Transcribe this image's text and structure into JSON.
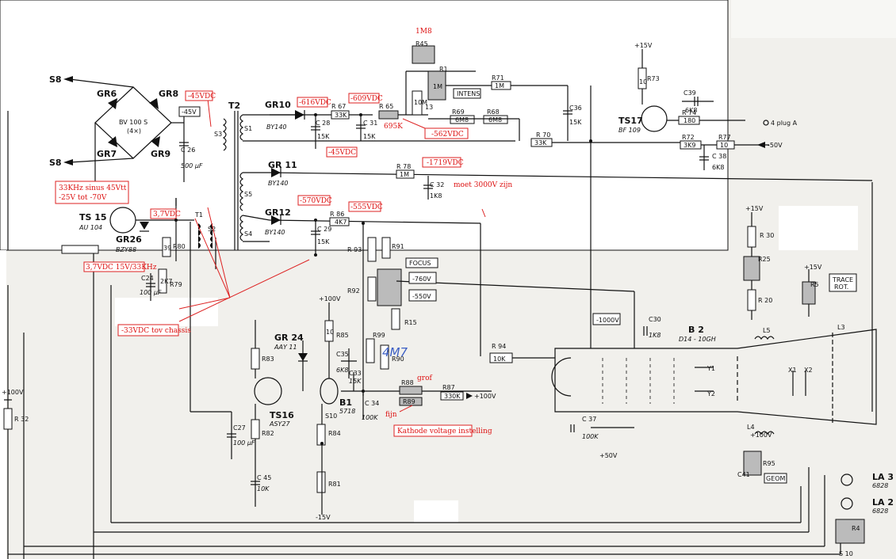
{
  "components": {
    "gr6": "GR6",
    "gr8": "GR8",
    "gr7": "GR7",
    "gr9": "GR9",
    "bridge_type": "BV 100 S",
    "bridge_qty": "(4×)",
    "s8a": "S8",
    "s8b": "S8",
    "c26": "C 26",
    "c26_val": "500 μF",
    "v45": "-45V",
    "t2": "T2",
    "s1": "S1",
    "s3": "S3",
    "s5": "S5",
    "s4": "S4",
    "gr10": "GR10",
    "gr10_type": "BY140",
    "gr11": "GR 11",
    "gr11_type": "BY140",
    "gr12": "GR12",
    "gr12_type": "BY140",
    "r67": "R 67",
    "r67_val": "33K",
    "c28": "C 28",
    "c28_val": "15K",
    "c31": "C 31",
    "c31_val": "15K",
    "r65": "R 65",
    "r45": "R45",
    "r1": "R1",
    "r1_val": "1M",
    "r13": "13",
    "r71": "R71",
    "r71_val": "1M",
    "intens": "INTENS",
    "r69": "R69",
    "r69_val": "6M8",
    "r68": "R68",
    "r68_val": "6M8",
    "r10m": "10M",
    "c36": "C36",
    "c36_val": "15K",
    "r70": "R 70",
    "r70_val": "33K",
    "r73": "R73",
    "r73_val": "10",
    "p15v": "+15V",
    "c39": "C39",
    "c39_val": "6K8",
    "ts17": "TS17",
    "ts17_type": "BF 109",
    "r74": "R 74",
    "r74_val": "180",
    "plug": "4 plug A",
    "r72": "R72",
    "r72_val": "3K9",
    "r77": "R77",
    "r77_val": "10",
    "m50": "-50V",
    "c38": "C 38",
    "c38_val": "6K8",
    "r78": "R 78",
    "r78_val": "1M",
    "c32": "C 32",
    "c32_val": "1K8",
    "ts15": "TS 15",
    "ts15_type": "AU 104",
    "gr26": "GR26",
    "gr26_type": "BZY88",
    "t1": "T1",
    "s2": "S2",
    "r80": "R80",
    "r80_val": "39",
    "c24": "C24",
    "c24_val": "100 μF",
    "r79": "R79",
    "r79_val": "2K7",
    "r86": "R 86",
    "r86_val": "4K7",
    "c29": "C 29",
    "c29_val": "15K",
    "r93": "R 93",
    "r91": "R91",
    "focus": "FOCUS",
    "v760": "-760V",
    "v550": "-550V",
    "r92": "R92",
    "r15": "R15",
    "r99": "R99",
    "r90": "R90",
    "b1": "B1",
    "b1_type": "5718",
    "p100v": "+100V",
    "r85": "R85",
    "r85_val": "10",
    "c35": "C35",
    "c35_val": "6K8",
    "c33": "C33",
    "c33_val": "15K",
    "c34": "C 34",
    "c34_val": "100K",
    "r88": "R88",
    "r89": "R89",
    "r87": "R87",
    "r87_val": "330K",
    "s10": "S10",
    "r84": "R84",
    "r81": "R81",
    "m15v": "-15V",
    "ts16": "TS16",
    "ts16_type": "ASY27",
    "gr24": "GR 24",
    "gr24_type": "AAY 11",
    "r83": "R83",
    "r82": "R82",
    "c27": "C27",
    "c27_val": "100 μF",
    "c45": "C 45",
    "c45_val": "10K",
    "r32": "R 32",
    "r94": "R 94",
    "r94_val": "10K",
    "v1000": "-1000V",
    "c30": "C30",
    "c30_val": "1K8",
    "b2": "B 2",
    "b2_type": "D14 - 10GH",
    "y1": "Y1",
    "y2": "Y2",
    "x1": "X1",
    "x2": "X2",
    "c37": "C 37",
    "c37_val": "100K",
    "p50v": "+50V",
    "r30": "R 30",
    "r25": "R25",
    "r20": "R 20",
    "r5": "R5",
    "trace": "TRACE",
    "rot": "ROT.",
    "l5": "L5",
    "l3": "L3",
    "l4": "L4",
    "r95": "R95",
    "c41": "C41",
    "geom": "GEOM",
    "la3": "LA 3",
    "la2": "LA 2",
    "la_type": "6828",
    "r4": "R4",
    "s10b": "S 10"
  },
  "annotations": {
    "a_1m8": "1M8",
    "a_45vdc": "-45VDC",
    "a_616": "-616VDC",
    "a_609": "-609VDC",
    "a_695k": "695K",
    "a_562": "-562VDC",
    "a_45vdc2": "-45VDC",
    "a_1719": "-1719VDC",
    "a_3000": "moet 3000V zijn",
    "a_33khz_1": "33KHz sinus 45Vtt",
    "a_33khz_2": "-25V tot -70V",
    "a_37vdc": "3,7VDC",
    "a_37_15": "3,7VDC  15V/33KHz",
    "a_570": "-570VDC",
    "a_555": "-555VDC",
    "a_33chassis": "-33VDC tov chassis",
    "a_4m7": "4M7",
    "a_grof": "grof",
    "a_fijn": "fijn",
    "a_kathode": "Kathode voltage instelling"
  }
}
